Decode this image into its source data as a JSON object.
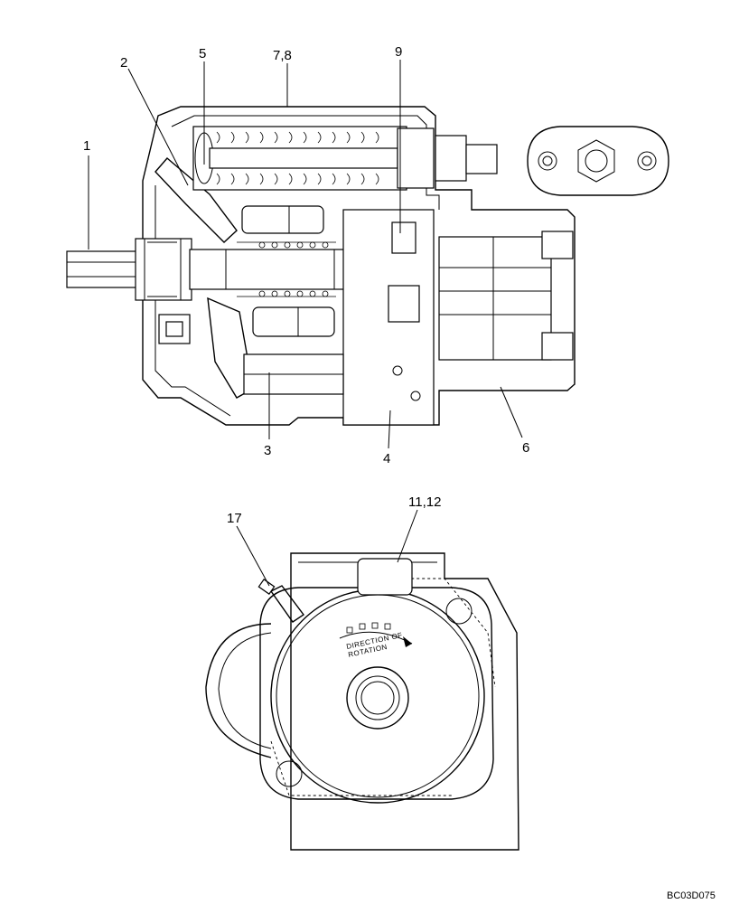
{
  "drawing": {
    "reference_code": "BC03D075",
    "rotation_label_line1": "DIRECTION OF",
    "rotation_label_line2": "ROTATION"
  },
  "callouts": [
    {
      "id": "c1",
      "label": "1"
    },
    {
      "id": "c2",
      "label": "2"
    },
    {
      "id": "c3",
      "label": "3"
    },
    {
      "id": "c4",
      "label": "4"
    },
    {
      "id": "c5",
      "label": "5"
    },
    {
      "id": "c6",
      "label": "6"
    },
    {
      "id": "c78",
      "label": "7,8"
    },
    {
      "id": "c9",
      "label": "9"
    },
    {
      "id": "c1112",
      "label": "11,12"
    },
    {
      "id": "c17",
      "label": "17"
    }
  ]
}
